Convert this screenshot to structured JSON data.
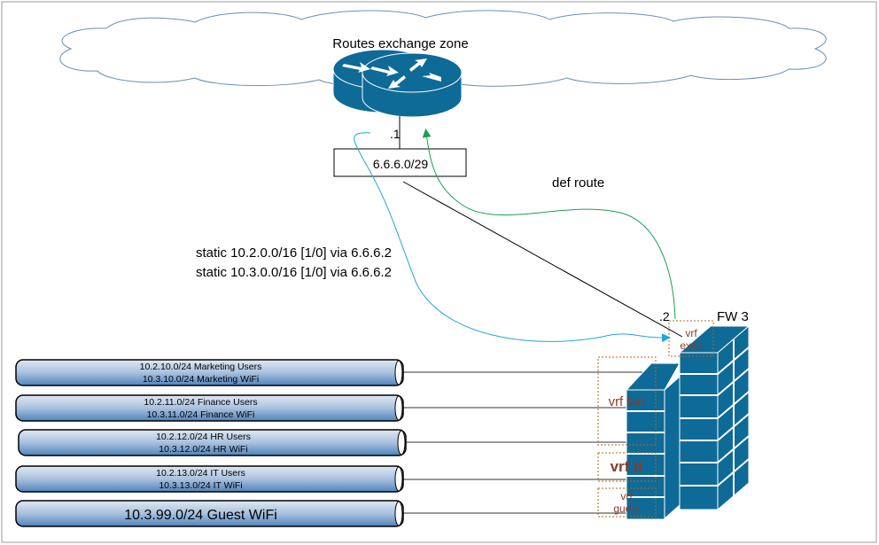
{
  "zone_label": "Routes exchange zone",
  "router_port": ".1",
  "transit_subnet": "6.6.6.0/29",
  "default_route_label": "def route",
  "static_routes": [
    "static  10.2.0.0/16 [1/0] via 6.6.6.2",
    "static  10.3.0.0/16 [1/0] via 6.6.6.2"
  ],
  "firewall": {
    "label": "FW 3",
    "port": ".2"
  },
  "vrfs": {
    "exch": [
      "vrf",
      "exch"
    ],
    "lan": "vrf lan",
    "it": "vrf it",
    "guest": [
      "vrf",
      "guest"
    ]
  },
  "segments": [
    {
      "line1": "10.2.10.0/24 Marketing Users",
      "line2": "10.3.10.0/24 Marketing WiFi"
    },
    {
      "line1": "10.2.11.0/24 Finance Users",
      "line2": "10.3.11.0/24 Finance WiFi"
    },
    {
      "line1": "10.2.12.0/24 HR Users",
      "line2": "10.3.12.0/24 HR WiFi"
    },
    {
      "line1": "10.2.13.0/24 IT Users",
      "line2": "10.3.13.0/24 IT WiFi"
    },
    {
      "line1": "10.3.99.0/24 Guest WiFi"
    }
  ],
  "colors": {
    "device": "#0e6a96",
    "vrf_text": "#8b3a2a",
    "vrf_border": "#b5651d",
    "def_route": "#1aa152",
    "static_route": "#1fa6e0"
  }
}
